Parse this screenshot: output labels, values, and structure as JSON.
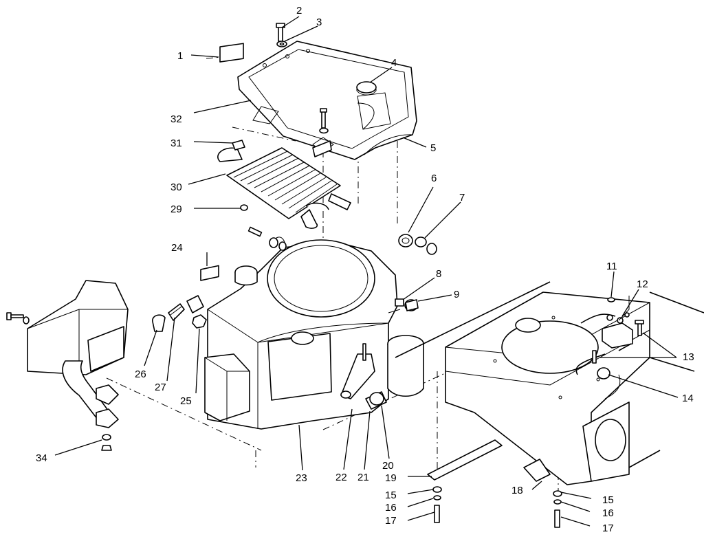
{
  "callouts": [
    {
      "id": "c1",
      "text": "1"
    },
    {
      "id": "c2",
      "text": "2"
    },
    {
      "id": "c3",
      "text": "3"
    },
    {
      "id": "c4",
      "text": "4"
    },
    {
      "id": "c5",
      "text": "5"
    },
    {
      "id": "c6",
      "text": "6"
    },
    {
      "id": "c7",
      "text": "7"
    },
    {
      "id": "c8",
      "text": "8"
    },
    {
      "id": "c9",
      "text": "9"
    },
    {
      "id": "c11",
      "text": "11"
    },
    {
      "id": "c12",
      "text": "12"
    },
    {
      "id": "c13",
      "text": "13"
    },
    {
      "id": "c14",
      "text": "14"
    },
    {
      "id": "c15a",
      "text": "15"
    },
    {
      "id": "c15b",
      "text": "15"
    },
    {
      "id": "c16a",
      "text": "16"
    },
    {
      "id": "c16b",
      "text": "16"
    },
    {
      "id": "c17a",
      "text": "17"
    },
    {
      "id": "c17b",
      "text": "17"
    },
    {
      "id": "c18",
      "text": "18"
    },
    {
      "id": "c19",
      "text": "19"
    },
    {
      "id": "c20",
      "text": "20"
    },
    {
      "id": "c21",
      "text": "21"
    },
    {
      "id": "c22",
      "text": "22"
    },
    {
      "id": "c23",
      "text": "23"
    },
    {
      "id": "c24",
      "text": "24"
    },
    {
      "id": "c25",
      "text": "25"
    },
    {
      "id": "c26",
      "text": "26"
    },
    {
      "id": "c27",
      "text": "27"
    },
    {
      "id": "c29",
      "text": "29"
    },
    {
      "id": "c30",
      "text": "30"
    },
    {
      "id": "c31",
      "text": "31"
    },
    {
      "id": "c32",
      "text": "32"
    },
    {
      "id": "c34",
      "text": "34"
    }
  ]
}
